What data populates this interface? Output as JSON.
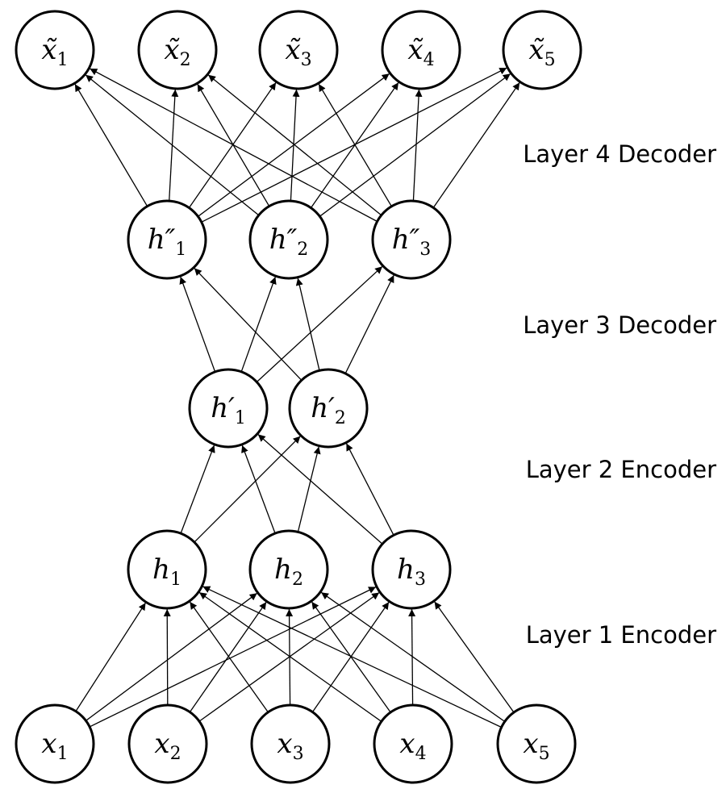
{
  "layers": [
    {
      "id": "x",
      "label": "",
      "nodes": [
        {
          "id": "x1",
          "base": "x",
          "sub": "1"
        },
        {
          "id": "x2",
          "base": "x",
          "sub": "2"
        },
        {
          "id": "x3",
          "base": "x",
          "sub": "3"
        },
        {
          "id": "x4",
          "base": "x",
          "sub": "4"
        },
        {
          "id": "x5",
          "base": "x",
          "sub": "5"
        }
      ]
    },
    {
      "id": "h",
      "label": "Layer 1 Encoder",
      "nodes": [
        {
          "id": "h1",
          "base": "h",
          "sub": "1"
        },
        {
          "id": "h2",
          "base": "h",
          "sub": "2"
        },
        {
          "id": "h3",
          "base": "h",
          "sub": "3"
        }
      ]
    },
    {
      "id": "hp",
      "label": "Layer 2 Encoder",
      "nodes": [
        {
          "id": "hp1",
          "base": "h′",
          "sub": "1"
        },
        {
          "id": "hp2",
          "base": "h′",
          "sub": "2"
        }
      ]
    },
    {
      "id": "hpp",
      "label": "Layer 3 Decoder",
      "nodes": [
        {
          "id": "hpp1",
          "base": "h″",
          "sub": "1"
        },
        {
          "id": "hpp2",
          "base": "h″",
          "sub": "2"
        },
        {
          "id": "hpp3",
          "base": "h″",
          "sub": "3"
        }
      ]
    },
    {
      "id": "xt",
      "label": "Layer 4 Decoder",
      "nodes": [
        {
          "id": "xt1",
          "base": "x̃",
          "sub": "1"
        },
        {
          "id": "xt2",
          "base": "x̃",
          "sub": "2"
        },
        {
          "id": "xt3",
          "base": "x̃",
          "sub": "3"
        },
        {
          "id": "xt4",
          "base": "x̃",
          "sub": "4"
        },
        {
          "id": "xt5",
          "base": "x̃",
          "sub": "5"
        }
      ]
    }
  ],
  "connectivity": "fully-connected between adjacent layers, arrows pointing upward"
}
